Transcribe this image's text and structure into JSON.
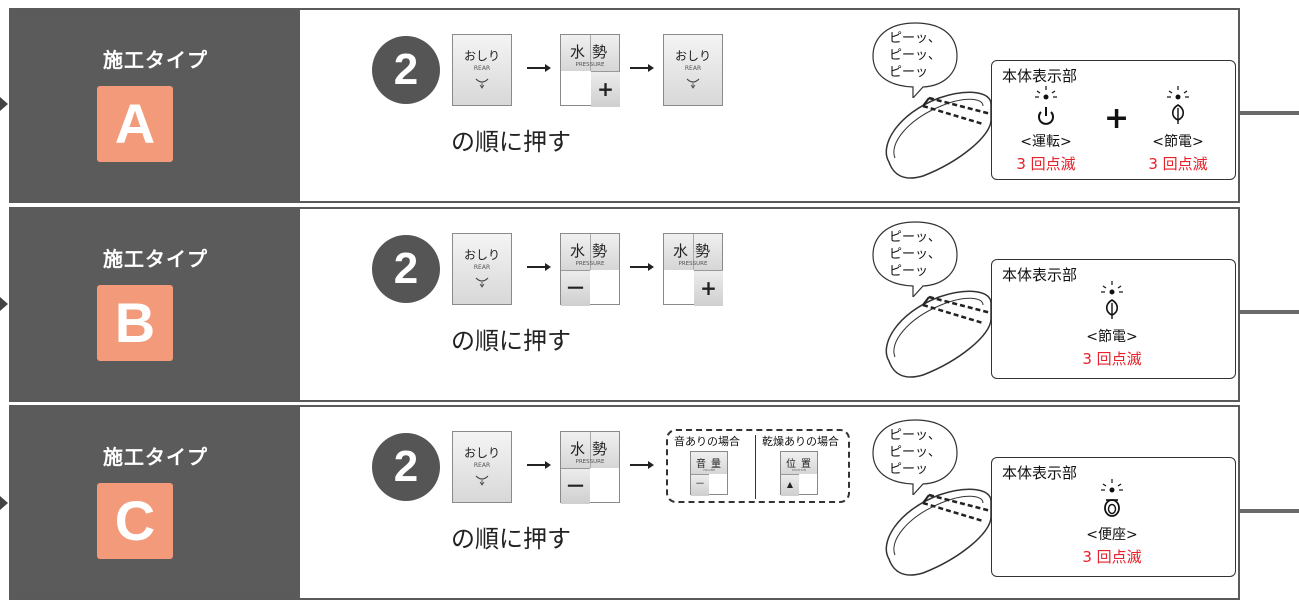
{
  "rows": [
    {
      "type_label": "施工タイプ",
      "type_letter": "A",
      "step_number": "2",
      "instruction": "の順に押す",
      "buttons": [
        {
          "kind": "oshiri",
          "label": "おしり",
          "sub": "REAR"
        },
        {
          "kind": "suisei",
          "kanji1": "水",
          "kanji2": "勢",
          "sub": "PRESSURE",
          "key": "+",
          "key_side": "right"
        },
        {
          "kind": "oshiri",
          "label": "おしり",
          "sub": "REAR"
        }
      ],
      "speech": [
        "ピーッ、",
        "ピーッ、",
        "ピーッ"
      ],
      "panel_title": "本体表示部",
      "indicators": [
        {
          "icon": "power-icon",
          "label": "<運転>",
          "blink": "3 回点滅"
        },
        {
          "icon": "leaf-icon",
          "label": "<節電>",
          "blink": "3 回点滅"
        }
      ],
      "plus": "+"
    },
    {
      "type_label": "施工タイプ",
      "type_letter": "B",
      "step_number": "2",
      "instruction": "の順に押す",
      "buttons": [
        {
          "kind": "oshiri",
          "label": "おしり",
          "sub": "REAR"
        },
        {
          "kind": "suisei",
          "kanji1": "水",
          "kanji2": "勢",
          "sub": "PRESSURE",
          "key": "－",
          "key_side": "left"
        },
        {
          "kind": "suisei",
          "kanji1": "水",
          "kanji2": "勢",
          "sub": "PRESSURE",
          "key": "+",
          "key_side": "right"
        }
      ],
      "speech": [
        "ピーッ、",
        "ピーッ、",
        "ピーッ"
      ],
      "panel_title": "本体表示部",
      "indicators": [
        {
          "icon": "leaf-icon",
          "label": "<節電>",
          "blink": "3 回点滅"
        }
      ]
    },
    {
      "type_label": "施工タイプ",
      "type_letter": "C",
      "step_number": "2",
      "instruction": "の順に押す",
      "buttons": [
        {
          "kind": "oshiri",
          "label": "おしり",
          "sub": "REAR"
        },
        {
          "kind": "suisei",
          "kanji1": "水",
          "kanji2": "勢",
          "sub": "PRESSURE",
          "key": "－",
          "key_side": "left"
        }
      ],
      "alternatives": {
        "left_label": "音ありの場合",
        "left_button": {
          "k1": "音",
          "k2": "量",
          "sub": "VOLUME",
          "key": "－"
        },
        "right_label": "乾燥ありの場合",
        "right_button": {
          "k1": "位",
          "k2": "置",
          "sub": "POSITION",
          "key": "▲"
        }
      },
      "speech": [
        "ピーッ、",
        "ピーッ、",
        "ピーッ"
      ],
      "panel_title": "本体表示部",
      "indicators": [
        {
          "icon": "seat-icon",
          "label": "<便座>",
          "blink": "3 回点滅"
        }
      ]
    }
  ]
}
